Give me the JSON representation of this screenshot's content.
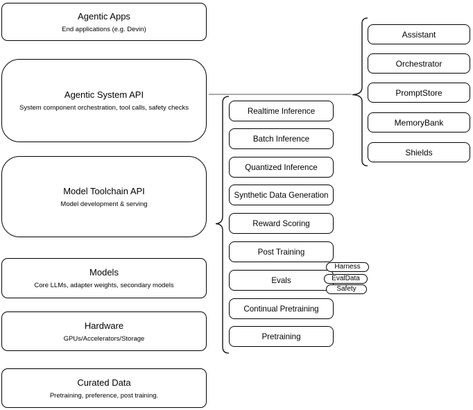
{
  "left_stack": [
    {
      "title": "Agentic Apps",
      "subtitle": "End applications (e.g. Devin)"
    },
    {
      "title": "Agentic System API",
      "subtitle": "System component orchestration, tool calls, safety checks"
    },
    {
      "title": "Model Toolchain API",
      "subtitle": "Model development & serving"
    },
    {
      "title": "Models",
      "subtitle": "Core LLMs, adapter weights, secondary models"
    },
    {
      "title": "Hardware",
      "subtitle": "GPUs/Accelerators/Storage"
    },
    {
      "title": "Curated Data",
      "subtitle": "Pretraining, preference, post training."
    }
  ],
  "toolchain": {
    "items": [
      "Realtime Inference",
      "Batch Inference",
      "Quantized Inference",
      "Synthetic Data Generation",
      "Reward Scoring",
      "Post Training",
      "Evals",
      "Continual Pretraining",
      "Pretraining"
    ]
  },
  "eval_tags": [
    "Harness",
    "EvalData",
    "Safety"
  ],
  "system_components": [
    "Assistant",
    "Orchestrator",
    "PromptStore",
    "MemoryBank",
    "Shields"
  ],
  "colors": {
    "stroke": "#000000",
    "fill": "#ffffff",
    "connector": "#595959",
    "text": "#000000",
    "background": "#ffffff"
  }
}
